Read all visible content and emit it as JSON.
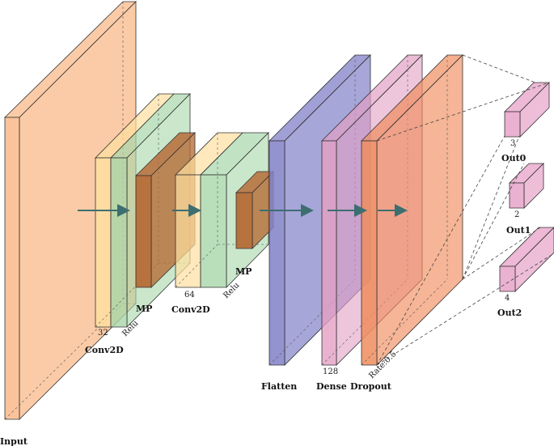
{
  "layers": {
    "input": {
      "label": "Input"
    },
    "conv1": {
      "label": "Conv2D",
      "filters": "32",
      "activation": "Relu"
    },
    "mp1": {
      "label": "MP"
    },
    "conv2": {
      "label": "Conv2D",
      "filters": "64",
      "activation": "Relu"
    },
    "mp2": {
      "label": "MP"
    },
    "flatten": {
      "label": "Flatten"
    },
    "dense": {
      "label": "Dense",
      "units": "128"
    },
    "dropout": {
      "label": "Dropout",
      "rate": "Rate:0.5"
    },
    "out0": {
      "label": "Out0",
      "units": "3"
    },
    "out1": {
      "label": "Out1",
      "units": "2"
    },
    "out2": {
      "label": "Out2",
      "units": "4"
    }
  },
  "colors": {
    "input": "#f9b98a",
    "conv": "#ffe0a0",
    "relu": "#a7d7a9",
    "pool": "#b5652f",
    "flatten": "#8080c8",
    "dense": "#e3a0c4",
    "dropout": "#ef8d5e",
    "output": "#e8a8cc",
    "arrow": "#3d6e70"
  }
}
